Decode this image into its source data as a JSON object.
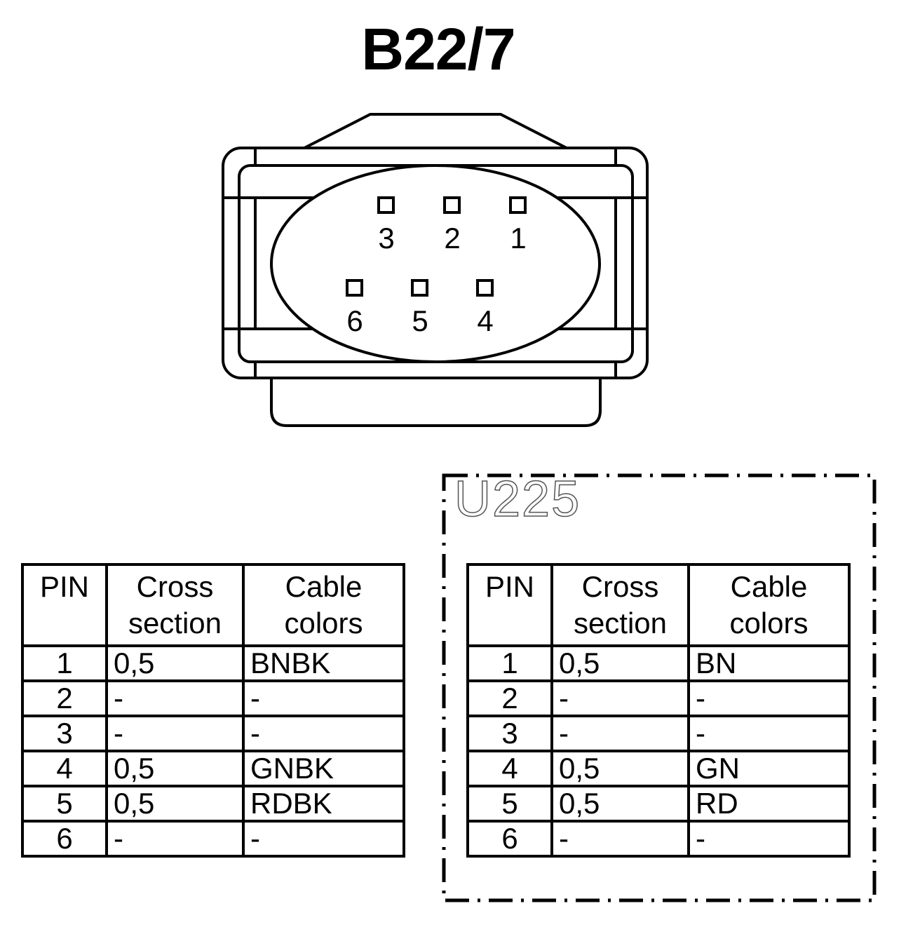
{
  "title": "B22/7",
  "connector": {
    "pins_top": [
      "3",
      "2",
      "1"
    ],
    "pins_bottom": [
      "6",
      "5",
      "4"
    ]
  },
  "tables": [
    {
      "headers": [
        "PIN",
        "Cross section",
        "Cable colors"
      ],
      "rows": [
        [
          "1",
          "0,5",
          "BNBK"
        ],
        [
          "2",
          "-",
          "-"
        ],
        [
          "3",
          "-",
          "-"
        ],
        [
          "4",
          "0,5",
          "GNBK"
        ],
        [
          "5",
          "0,5",
          "RDBK"
        ],
        [
          "6",
          "-",
          "-"
        ]
      ]
    },
    {
      "variant": "U225",
      "headers": [
        "PIN",
        "Cross section",
        "Cable colors"
      ],
      "rows": [
        [
          "1",
          "0,5",
          "BN"
        ],
        [
          "2",
          "-",
          "-"
        ],
        [
          "3",
          "-",
          "-"
        ],
        [
          "4",
          "0,5",
          "GN"
        ],
        [
          "5",
          "0,5",
          "RD"
        ],
        [
          "6",
          "-",
          "-"
        ]
      ]
    }
  ]
}
